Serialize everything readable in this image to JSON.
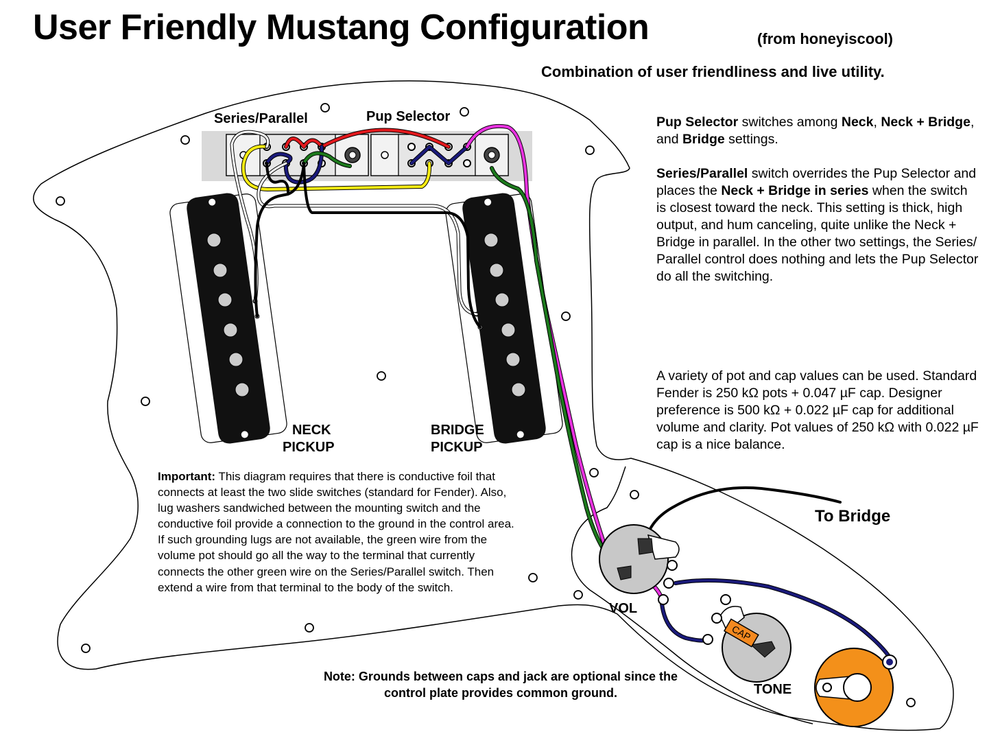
{
  "title": "User Friendly Mustang Configuration",
  "credit": "(from honeyiscool)",
  "subtitle": "Combination of user friendliness and live utility.",
  "labels": {
    "series_parallel": "Series/Parallel",
    "pup_selector": "Pup Selector",
    "neck_pickup": [
      "NECK",
      "PICKUP"
    ],
    "bridge_pickup": [
      "BRIDGE",
      "PICKUP"
    ],
    "to_bridge": "To Bridge",
    "vol": "VOL",
    "tone": "TONE",
    "cap": "CAP"
  },
  "selector_text": {
    "b1": "Pup Selector",
    "t1": " switches among ",
    "b2": "Neck",
    "t2": ", ",
    "b3": "Neck + Bridge",
    "t3": ", and ",
    "b4": "Bridge",
    "t4": " settings."
  },
  "series_text": {
    "b1": "Series/Parallel",
    "t1": " switch overrides the Pup Selector and places the ",
    "b2": "Neck + Bridge in series",
    "t2": " when the switch is closest toward the neck. This setting is thick, high output, and hum canceling, quite unlike the Neck + Bridge in parallel. In the other two settings, the Series/ Parallel control does nothing and lets the Pup Selector do all the switching."
  },
  "values_text": "A variety of pot and cap values can be used. Standard Fender is 250 kΩ pots + 0.047 µF cap. Designer preference is 500 kΩ + 0.022 µF cap for additional volume and clarity. Pot values of 250 kΩ with 0.022 µF cap is a nice balance.",
  "important_text": {
    "b1": "Important:",
    "t1": " This diagram requires that there is conductive foil that connects at least the two slide switches (standard for Fender). Also, lug washers sandwiched between the mounting switch and the conductive foil provide a connection to the ground in the control area. If such grounding lugs are not available, the green wire from the volume pot should go all the way to the terminal that currently connects the other green wire on the Series/Parallel switch. Then extend a wire from that terminal to the body of the switch."
  },
  "note_text": "Note: Grounds between caps and jack are optional since the control plate provides common ground.",
  "colors": {
    "red": "#e3191d",
    "yellow": "#f7ec13",
    "blue": "#1a1a7a",
    "green": "#1c7a1c",
    "magenta": "#e832e0",
    "black": "#000000",
    "white": "#ffffff",
    "jack_orange": "#f3901a",
    "cap_orange": "#f4891f",
    "switch_plate": "#d9d9d9",
    "pot_gray": "#c8c8c8"
  }
}
